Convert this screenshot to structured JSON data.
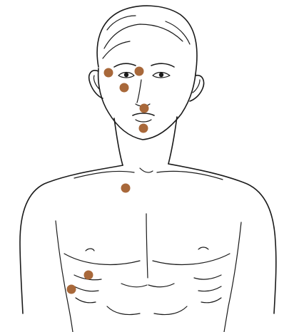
{
  "figure": {
    "icon": "male-torso-line-drawing",
    "marker_color": "#a8683a",
    "line_color": "#1a1a1a",
    "background": "#ffffff"
  },
  "markers": [
    {
      "id": "point-right-temple"
    },
    {
      "id": "point-right-brow"
    },
    {
      "id": "point-right-cheek"
    },
    {
      "id": "point-under-nose"
    },
    {
      "id": "point-chin"
    },
    {
      "id": "point-suprasternal-notch"
    },
    {
      "id": "point-right-lower-chest"
    },
    {
      "id": "point-right-flank"
    }
  ]
}
